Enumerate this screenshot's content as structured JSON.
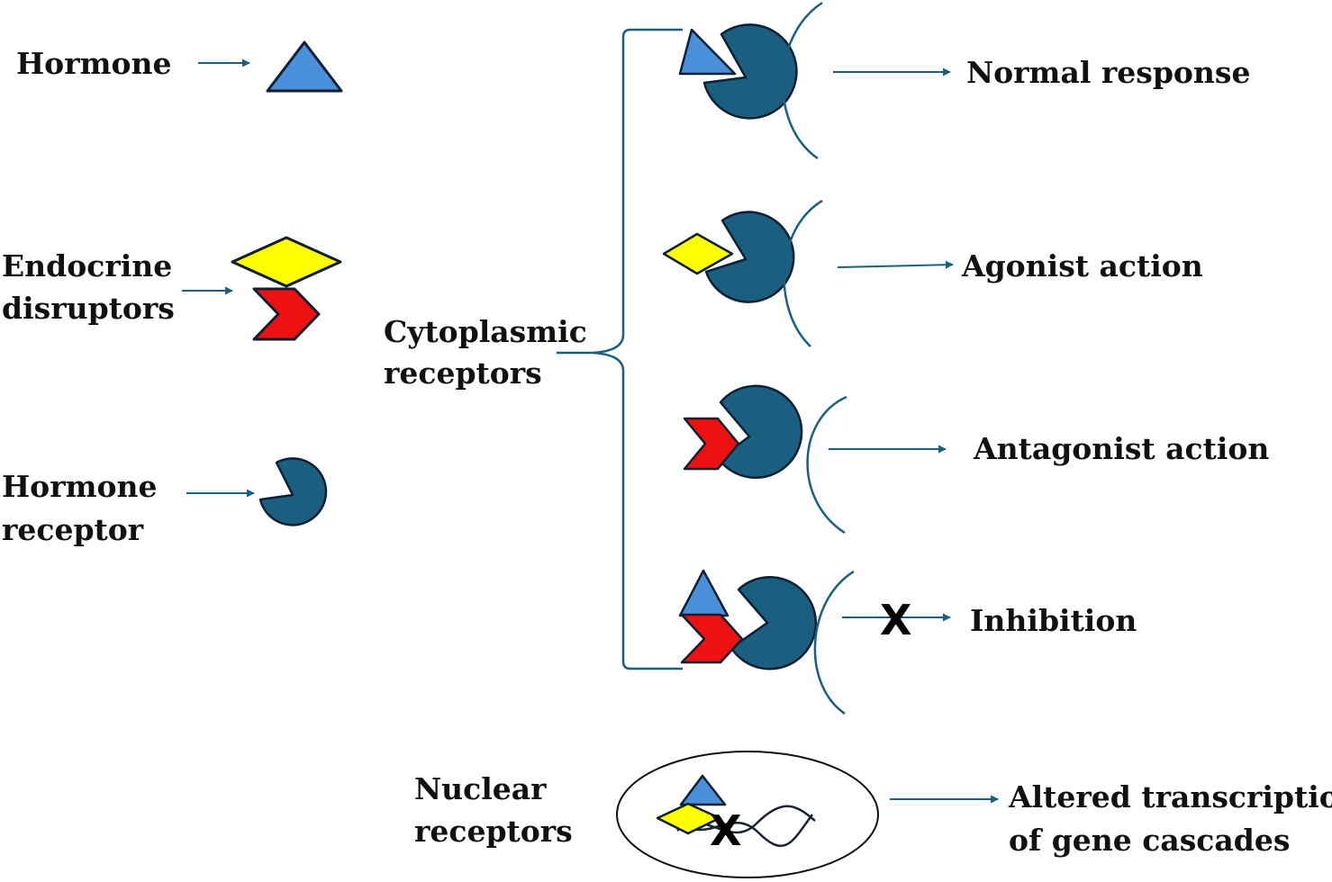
{
  "legend": {
    "hormone_label": "Hormone",
    "disruptors_label_line1": "Endocrine",
    "disruptors_label_line2": "disruptors",
    "receptor_label_line1": "Hormone",
    "receptor_label_line2": "receptor"
  },
  "cytoplasmic": {
    "label_line1": "Cytoplasmic",
    "label_line2": "receptors",
    "outcomes": [
      {
        "label": "Normal response",
        "blocked": false
      },
      {
        "label": "Agonist action",
        "blocked": false
      },
      {
        "label": "Antagonist action",
        "blocked": false
      },
      {
        "label": "Inhibition",
        "blocked": true
      }
    ],
    "block_mark": "X"
  },
  "nuclear": {
    "label_line1": "Nuclear",
    "label_line2": "receptors",
    "outcome_line1": "Altered transcription",
    "outcome_line2": "of gene cascades",
    "block_mark": "X"
  },
  "colors": {
    "hormone": "#4a8fd9",
    "agonist_disruptor": "#ffff00",
    "antagonist_disruptor": "#ee1111",
    "receptor": "#1b5f80",
    "arrow": "#1b5f80",
    "outline": "#0d1f33"
  },
  "icons": {
    "hormone": "blue-triangle-icon",
    "agonist_disruptor": "yellow-diamond-icon",
    "antagonist_disruptor": "red-chevron-icon",
    "receptor": "pacman-receptor-icon"
  }
}
